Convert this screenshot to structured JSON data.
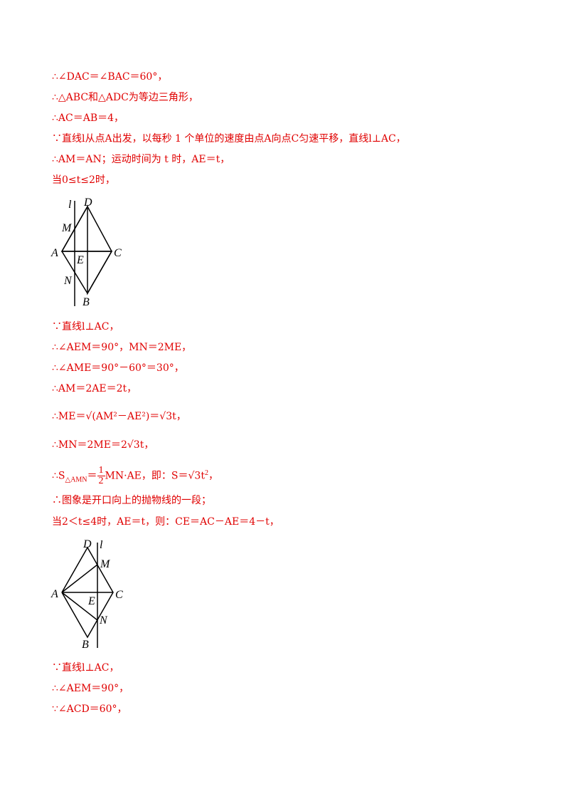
{
  "lines": {
    "l1": "∴∠DAC＝∠BAC＝60°，",
    "l2": "∴△ABC和△ADC为等边三角形，",
    "l3": "∴AC＝AB＝4，",
    "l4": "∵直线l从点A出发，以每秒 1 个单位的速度由点A向点C匀速平移，直线l⊥AC，",
    "l5": "∴AM＝AN；运动时间为 t 时，AE＝t，",
    "l6": "当0≤t≤2时，",
    "l7": "∵直线l⊥AC，",
    "l8": "∴∠AEM＝90°，MN＝2ME，",
    "l9": "∴∠AME＝90°－60°＝30°，",
    "l10": "∴AM＝2AE＝2t，",
    "l11": "∴ME＝√(AM²－AE²)＝√3t，",
    "l12": "∴MN＝2ME＝2√3t，",
    "l13_prefix": "∴S",
    "l13_sub": "△AMN",
    "l13_eq": "＝",
    "l13_num": "1",
    "l13_den": "2",
    "l13_rest": "MN·AE，即：S＝√3t",
    "l13_sup": "2",
    "l13_end": "，",
    "l14": "∴图象是开口向上的抛物线的一段；",
    "l15": "当2＜t≤4时，AE＝t，则：CE＝AC－AE＝4－t，",
    "l16": "∵直线l⊥AC，",
    "l17": "∴∠AEM＝90°，",
    "l18": "∵∠ACD＝60°，"
  },
  "figure1": {
    "labels": {
      "l": "l",
      "D": "D",
      "M": "M",
      "A": "A",
      "E": "E",
      "C": "C",
      "N": "N",
      "B": "B"
    }
  },
  "figure2": {
    "labels": {
      "D": "D",
      "l": "l",
      "M": "M",
      "A": "A",
      "C": "C",
      "E": "E",
      "N": "N",
      "B": "B"
    }
  }
}
